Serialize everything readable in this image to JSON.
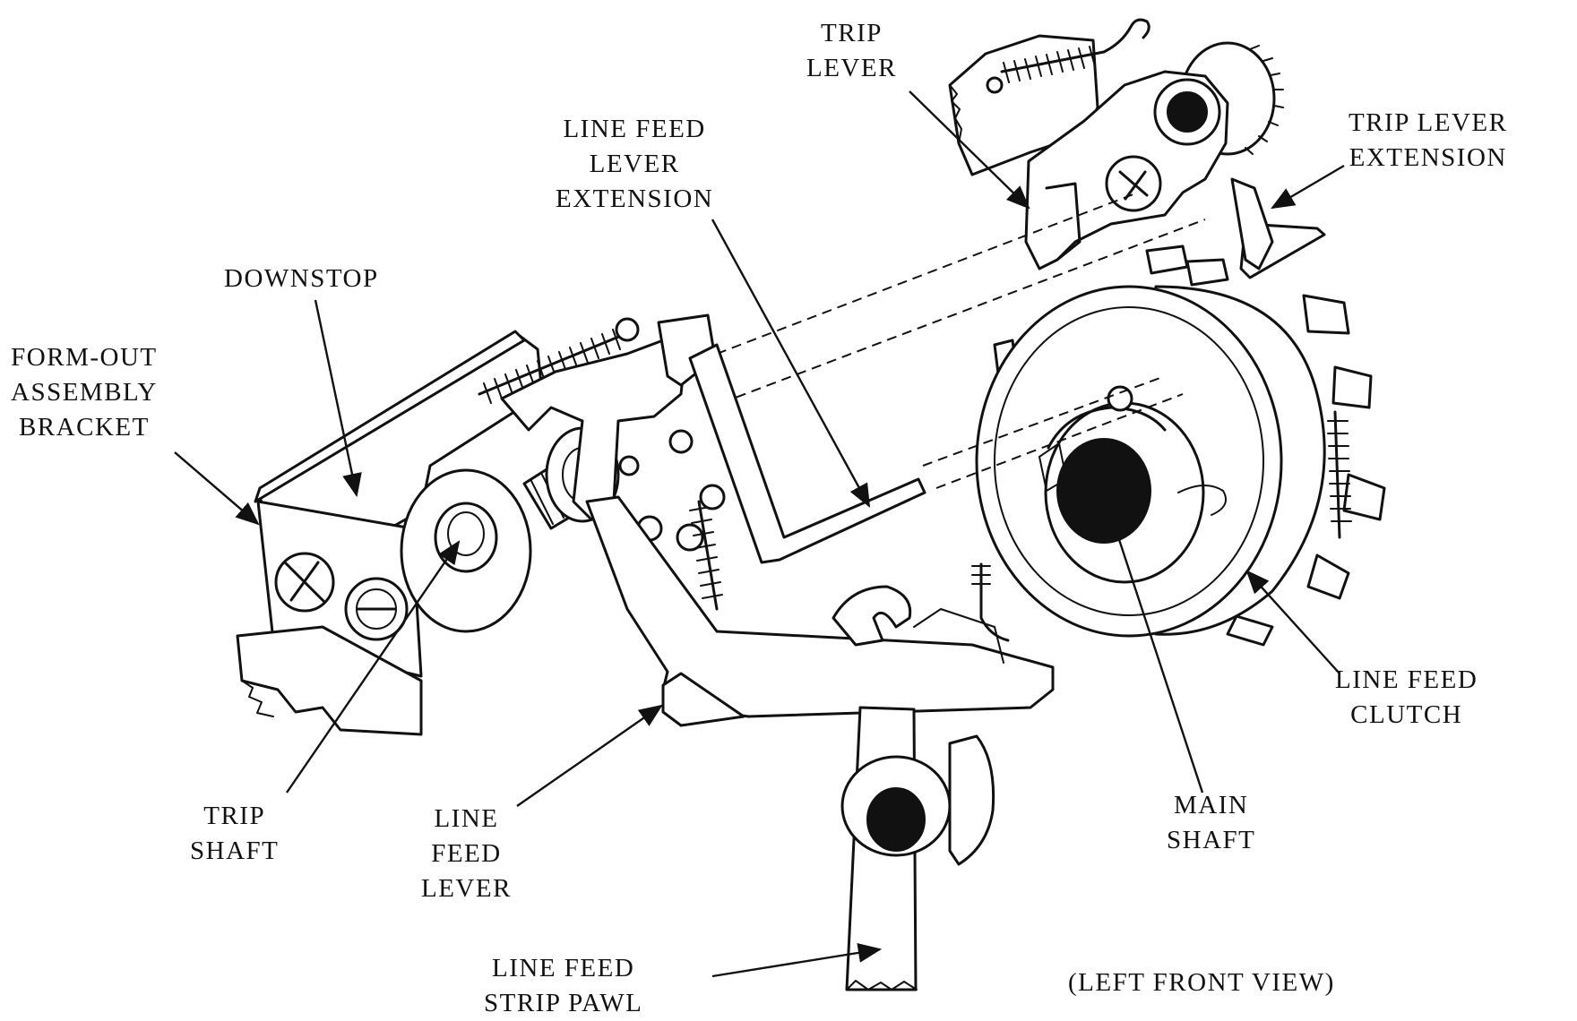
{
  "labels": {
    "trip_lever": [
      "TRIP",
      "LEVER"
    ],
    "line_feed_lever_extension": [
      "LINE FEED",
      "LEVER",
      "EXTENSION"
    ],
    "trip_lever_extension": [
      "TRIP LEVER",
      "EXTENSION"
    ],
    "downstop": [
      "DOWNSTOP"
    ],
    "form_out_assembly_bracket": [
      "FORM-OUT",
      "ASSEMBLY",
      "BRACKET"
    ],
    "line_feed_clutch": [
      "LINE FEED",
      "CLUTCH"
    ],
    "main_shaft": [
      "MAIN",
      "SHAFT"
    ],
    "trip_shaft": [
      "TRIP",
      "SHAFT"
    ],
    "line_feed_lever": [
      "LINE",
      "FEED",
      "LEVER"
    ],
    "line_feed_strip_pawl": [
      "LINE FEED",
      "STRIP PAWL"
    ],
    "view_caption": [
      "(LEFT FRONT VIEW)"
    ]
  }
}
